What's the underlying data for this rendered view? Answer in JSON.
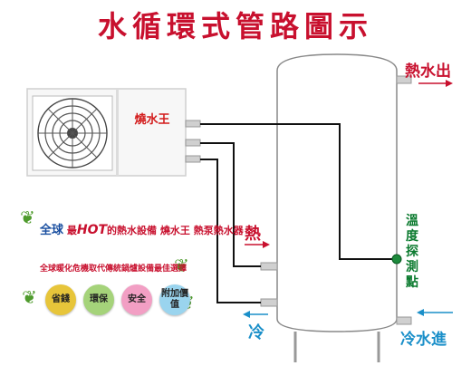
{
  "title": "水循環式管路圖示",
  "unit": {
    "brand_label": "燒水王"
  },
  "tank": {
    "hot_out_label": "熱水出",
    "cold_in_label": "冷水進",
    "sensor_label": "溫度探測點"
  },
  "pipes": {
    "hot_label": "熱",
    "cold_label": "冷"
  },
  "promo": {
    "line1_prefix_a": "全",
    "line1_prefix_b": "球",
    "line1_prefix_c": "最",
    "line1_hot": "HOT",
    "line1_text": "的熱水設備",
    "line1_brand": "燒水王 熱泵熱水器",
    "line2_text": "全球暖化危機取代傳統鍋爐設備最佳選擇",
    "badges": [
      {
        "label": "省錢",
        "color": "#e7c53a"
      },
      {
        "label": "環保",
        "color": "#a5d37a"
      },
      {
        "label": "安全",
        "color": "#f29fc4"
      },
      {
        "label": "附加價值",
        "color": "#9ad4ee"
      }
    ]
  },
  "colors": {
    "title": "#c8102e",
    "hot": "#c8102e",
    "cold": "#1a8fc9",
    "sensor": "#0a7a2e"
  }
}
